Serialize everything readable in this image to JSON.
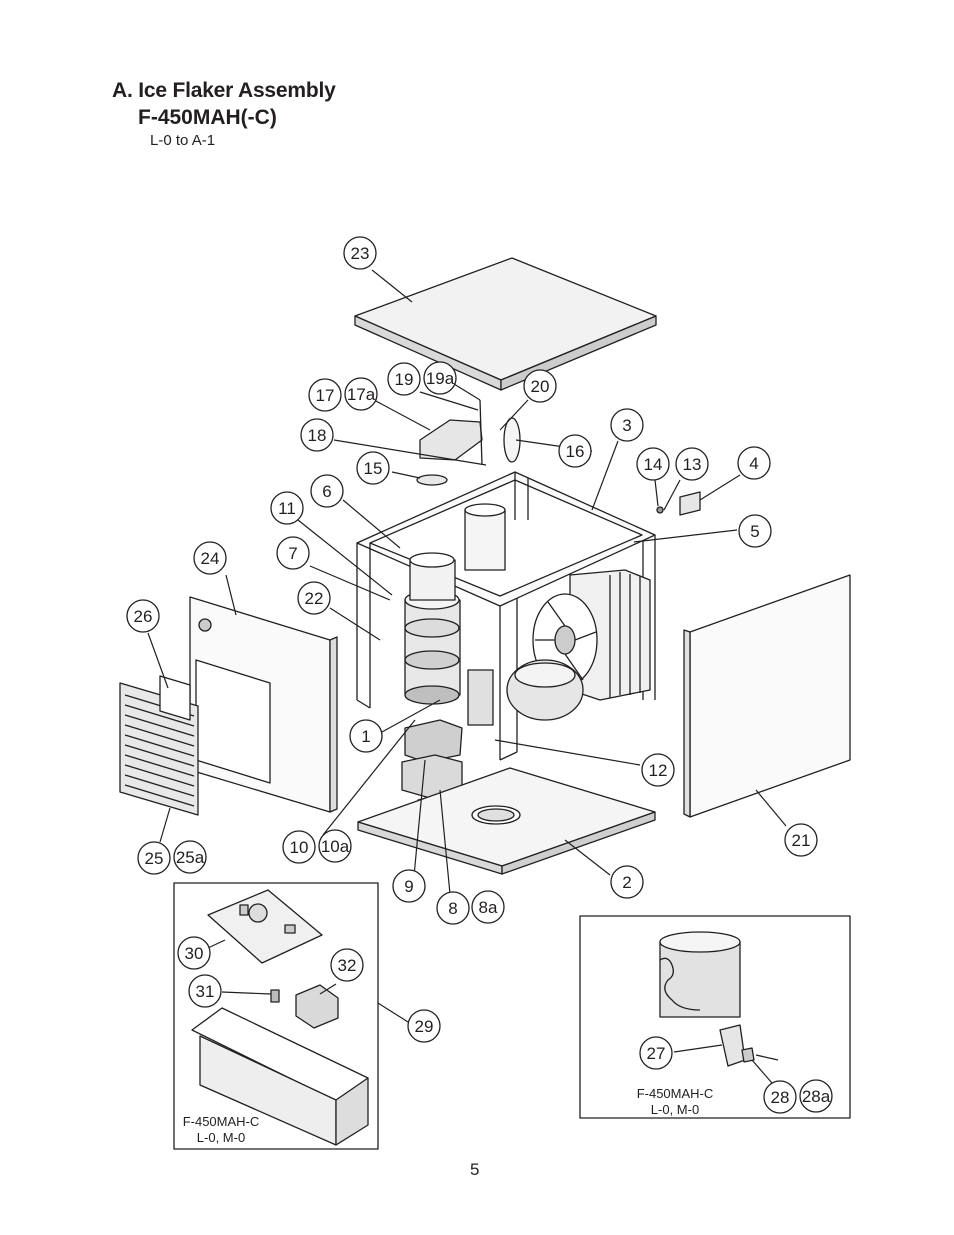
{
  "header": {
    "title": "A. Ice Flaker Assembly",
    "model": "F-450MAH(-C)",
    "serial_range": "L-0 to A-1"
  },
  "page_number": "5",
  "insets": {
    "control_box": {
      "model": "F-450MAH-C",
      "serial": "L-0, M-0"
    },
    "drain": {
      "model": "F-450MAH-C",
      "serial": "L-0, M-0"
    }
  },
  "callouts": [
    {
      "id": "c23",
      "label": "23"
    },
    {
      "id": "c19",
      "label": "19"
    },
    {
      "id": "c19a",
      "label": "19a"
    },
    {
      "id": "c20",
      "label": "20"
    },
    {
      "id": "c17",
      "label": "17"
    },
    {
      "id": "c17a",
      "label": "17a"
    },
    {
      "id": "c18",
      "label": "18"
    },
    {
      "id": "c16",
      "label": "16"
    },
    {
      "id": "c3",
      "label": "3"
    },
    {
      "id": "c15",
      "label": "15"
    },
    {
      "id": "c14",
      "label": "14"
    },
    {
      "id": "c13",
      "label": "13"
    },
    {
      "id": "c4",
      "label": "4"
    },
    {
      "id": "c6",
      "label": "6"
    },
    {
      "id": "c11",
      "label": "11"
    },
    {
      "id": "c5",
      "label": "5"
    },
    {
      "id": "c24",
      "label": "24"
    },
    {
      "id": "c7",
      "label": "7"
    },
    {
      "id": "c22",
      "label": "22"
    },
    {
      "id": "c26",
      "label": "26"
    },
    {
      "id": "c1",
      "label": "1"
    },
    {
      "id": "c12",
      "label": "12"
    },
    {
      "id": "c21",
      "label": "21"
    },
    {
      "id": "c10",
      "label": "10"
    },
    {
      "id": "c10a",
      "label": "10a"
    },
    {
      "id": "c25",
      "label": "25"
    },
    {
      "id": "c25a",
      "label": "25a"
    },
    {
      "id": "c9",
      "label": "9"
    },
    {
      "id": "c2",
      "label": "2"
    },
    {
      "id": "c8",
      "label": "8"
    },
    {
      "id": "c8a",
      "label": "8a"
    },
    {
      "id": "c30",
      "label": "30"
    },
    {
      "id": "c32",
      "label": "32"
    },
    {
      "id": "c31",
      "label": "31"
    },
    {
      "id": "c29",
      "label": "29"
    },
    {
      "id": "c27",
      "label": "27"
    },
    {
      "id": "c28",
      "label": "28"
    },
    {
      "id": "c28a",
      "label": "28a"
    }
  ]
}
